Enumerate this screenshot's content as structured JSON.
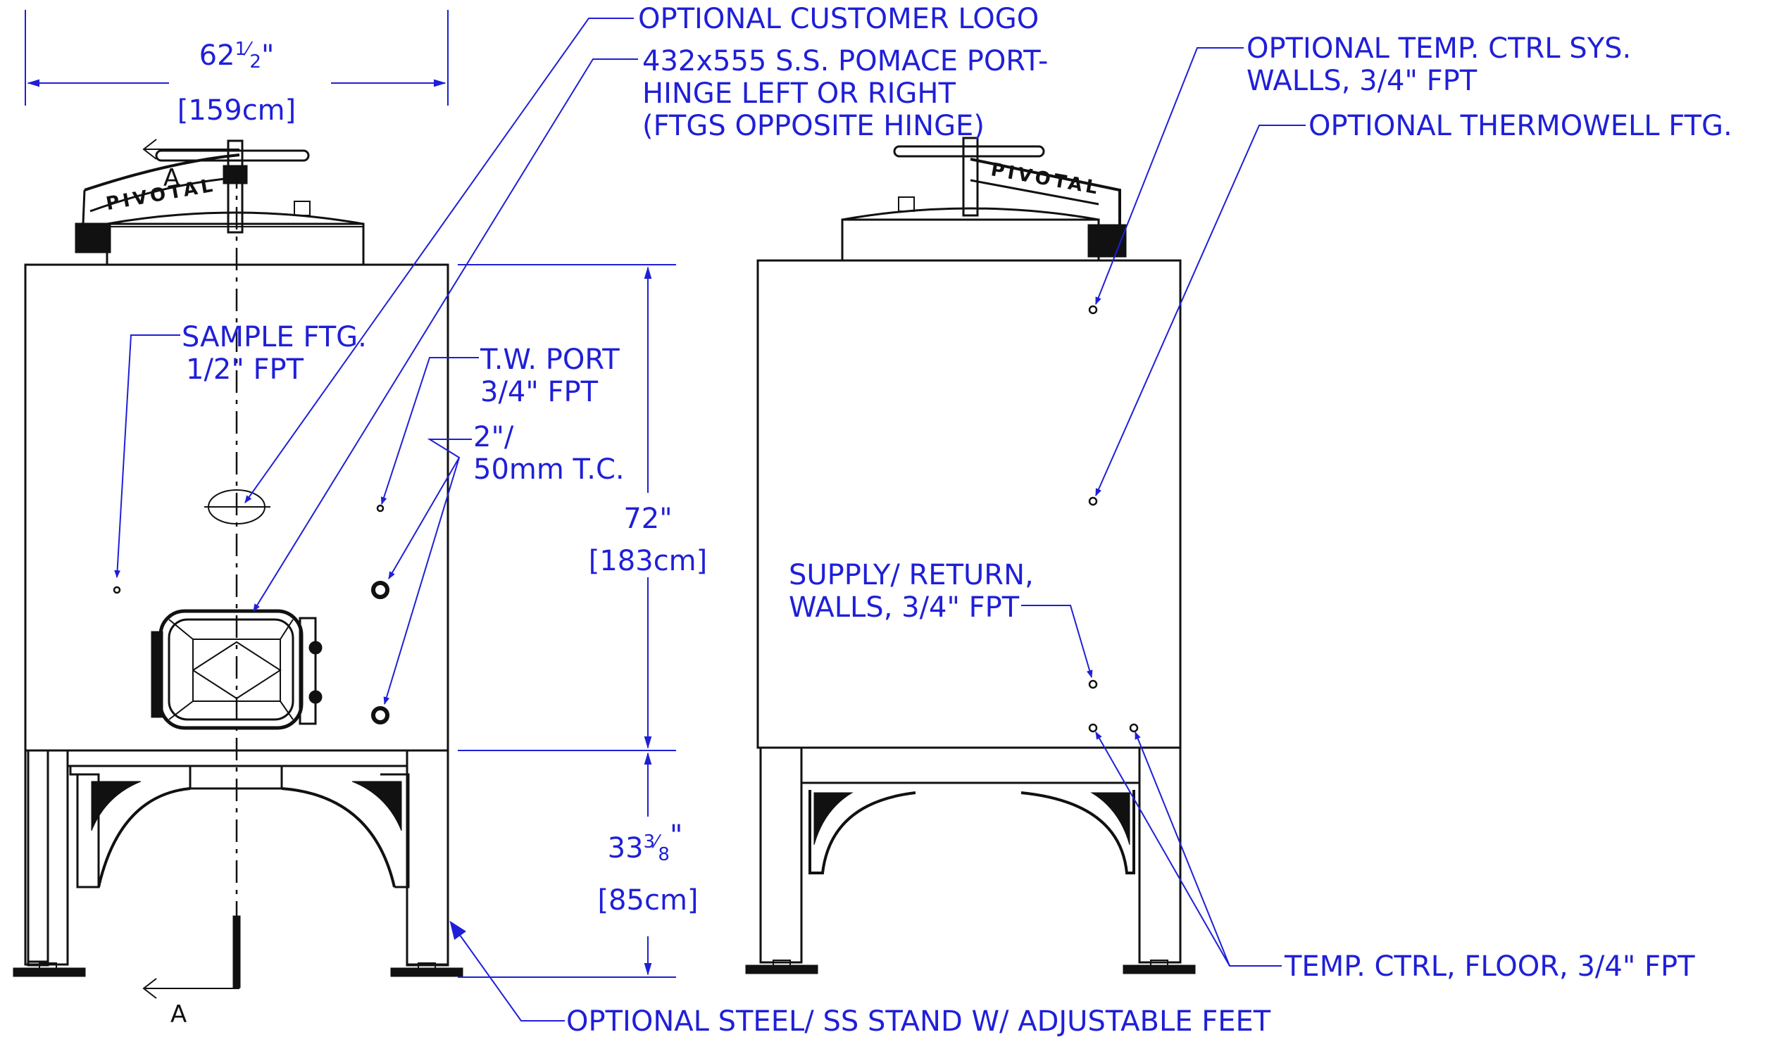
{
  "colors": {
    "annotation": "#1f1fd8",
    "linework": "#111111",
    "background": "#ffffff"
  },
  "brand": {
    "lid_text": "PIVOTAL"
  },
  "section_marker": "A",
  "dimensions": {
    "width": {
      "whole": "62",
      "num": "1",
      "den": "2",
      "inch": "\"",
      "metric": "[159cm]"
    },
    "tank_height": {
      "imperial": "72\"",
      "metric": "[183cm]"
    },
    "stand_height": {
      "whole": "33",
      "num": "3",
      "den": "8",
      "inch": "\"",
      "metric": "[85cm]"
    }
  },
  "callouts": {
    "customer_logo": [
      "OPTIONAL CUSTOMER LOGO"
    ],
    "pomace_port": [
      "432x555 S.S. POMACE PORT-",
      "HINGE LEFT OR RIGHT",
      "(FTGS OPPOSITE HINGE)"
    ],
    "sample_ftg": [
      "SAMPLE FTG.",
      "1/2\" FPT"
    ],
    "tw_port": [
      "T.W. PORT",
      "3/4\" FPT"
    ],
    "tc_port": [
      "2\"/",
      "50mm T.C."
    ],
    "stand": [
      "OPTIONAL STEEL/ SS STAND W/ ADJUSTABLE FEET"
    ],
    "temp_ctrl_walls": [
      "OPTIONAL TEMP. CTRL SYS.",
      "WALLS, 3/4\" FPT"
    ],
    "thermowell": [
      "OPTIONAL THERMOWELL FTG."
    ],
    "supply_return": [
      "SUPPLY/ RETURN,",
      "WALLS, 3/4\" FPT"
    ],
    "temp_ctrl_floor": [
      "TEMP. CTRL, FLOOR, 3/4\" FPT"
    ]
  }
}
